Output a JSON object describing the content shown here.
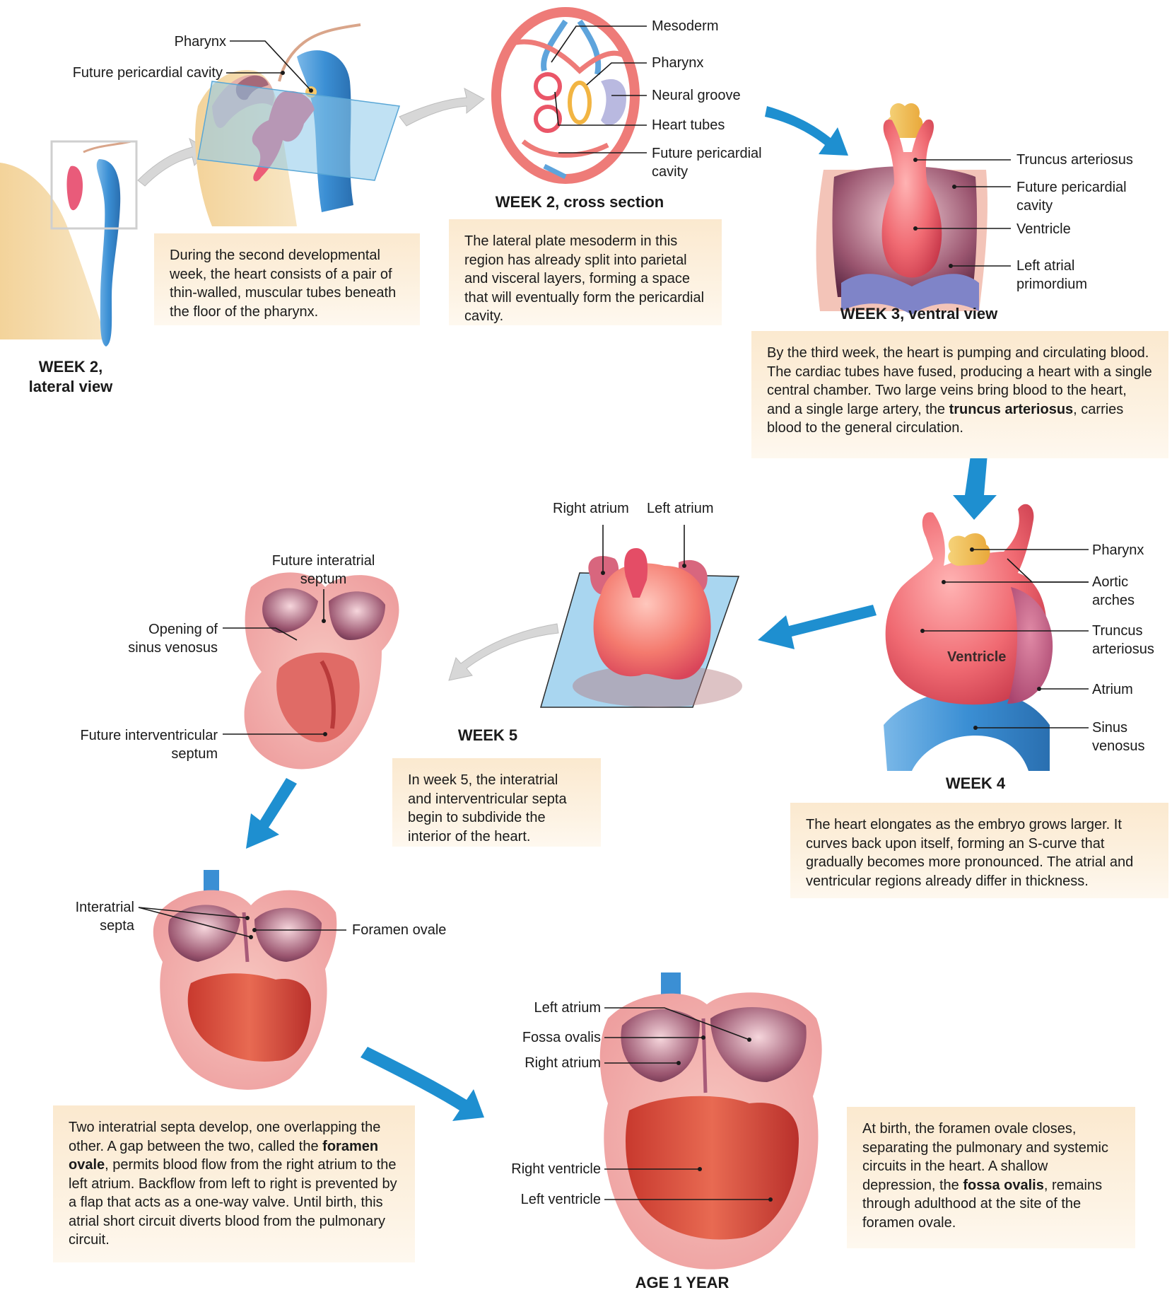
{
  "week2_lateral": {
    "caption_line1": "WEEK 2,",
    "caption_line2": "lateral view",
    "labels": {
      "pharynx": "Pharynx",
      "future_pericardial_cavity": "Future pericardial cavity"
    },
    "text": "During the second developmental week, the heart consists of a pair of thin-walled, muscular tubes beneath the floor of the pharynx."
  },
  "week2_cross": {
    "caption": "WEEK 2, cross section",
    "labels": {
      "mesoderm": "Mesoderm",
      "pharynx": "Pharynx",
      "neural_groove": "Neural groove",
      "heart_tubes": "Heart tubes",
      "future_pericardial_1": "Future pericardial",
      "future_pericardial_2": "cavity"
    },
    "text": "The lateral plate mesoderm in this region has already split into parietal and visceral layers, forming a space that will eventually form the pericardial cavity."
  },
  "week3": {
    "caption": "WEEK 3, ventral view",
    "labels": {
      "truncus": "Truncus arteriosus",
      "future_pericardial_1": "Future pericardial",
      "future_pericardial_2": "cavity",
      "ventricle": "Ventricle",
      "left_atrial_1": "Left atrial",
      "left_atrial_2": "primordium"
    },
    "text_a": "By the third week, the heart is pumping and circulating blood. The cardiac tubes have fused, producing a heart with a single central chamber. Two large veins bring blood to the heart, and a single large artery, the ",
    "text_bold": "truncus arteriosus",
    "text_b": ", carries blood to the general circulation."
  },
  "week4": {
    "caption": "WEEK 4",
    "inner_label": "Ventricle",
    "labels": {
      "pharynx": "Pharynx",
      "aortic_1": "Aortic",
      "aortic_2": "arches",
      "truncus_1": "Truncus",
      "truncus_2": "arteriosus",
      "atrium": "Atrium",
      "sinus_1": "Sinus",
      "sinus_2": "venosus"
    },
    "text": "The heart elongates as the embryo grows larger. It curves back upon itself, forming an S-curve that gradually becomes more pronounced. The atrial and ventricular regions already differ in thickness."
  },
  "week5": {
    "caption": "WEEK 5",
    "labels": {
      "right_atrium": "Right atrium",
      "left_atrium": "Left atrium",
      "future_interatrial_1": "Future interatrial",
      "future_interatrial_2": "septum",
      "opening_sinus_1": "Opening of",
      "opening_sinus_2": "sinus venosus",
      "future_interventricular_1": "Future interventricular",
      "future_interventricular_2": "septum"
    },
    "text": "In week 5, the interatrial and interventricular septa begin to subdivide the interior of the heart."
  },
  "septa_stage": {
    "labels": {
      "interatrial_1": "Interatrial",
      "interatrial_2": "septa",
      "foramen_ovale": "Foramen ovale"
    },
    "text_a": "Two interatrial septa develop, one overlapping the other. A gap between the two, called the ",
    "text_bold": "foramen ovale",
    "text_b": ", permits blood flow from the right atrium to the left atrium. Backflow from left to right is prevented by a flap that acts as a one-way valve. Until birth, this atrial short circuit diverts blood from the pulmonary circuit."
  },
  "age1": {
    "caption": "AGE 1 YEAR",
    "labels": {
      "left_atrium": "Left atrium",
      "fossa_ovalis": "Fossa ovalis",
      "right_atrium": "Right atrium",
      "right_ventricle": "Right ventricle",
      "left_ventricle": "Left ventricle"
    },
    "text_a": "At birth, the foramen ovale closes, separating the pulmonary and systemic circuits in the heart. A shallow depression, the ",
    "text_bold": "fossa ovalis",
    "text_b": ", remains through adulthood at the site of the foramen ovale."
  },
  "colors": {
    "arrow_blue": "#1e8fd0",
    "arrow_gray": "#d4d4d4",
    "box_bg": "#fbe9cf",
    "heart_pink": "#e85d6e",
    "vein_blue": "#4a9ad6",
    "pharynx_yellow": "#f4c05c"
  }
}
